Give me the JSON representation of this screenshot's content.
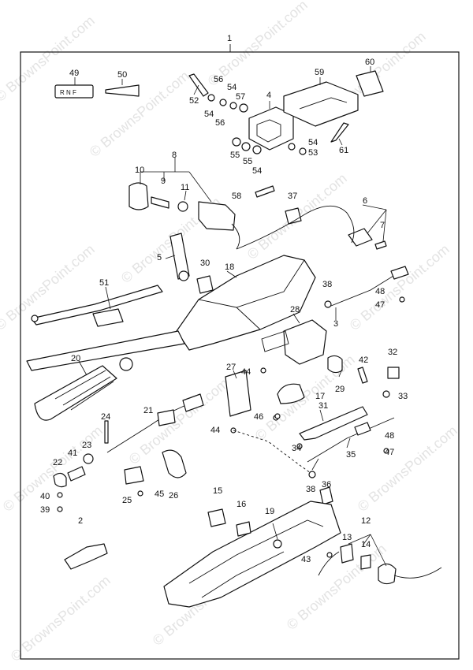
{
  "watermark": "© BrownsPoint.com",
  "assembly_label": "1",
  "callouts": [
    "2",
    "3",
    "4",
    "5",
    "6",
    "7",
    "8",
    "9",
    "10",
    "11",
    "12",
    "13",
    "14",
    "15",
    "16",
    "17",
    "18",
    "19",
    "20",
    "21",
    "22",
    "23",
    "24",
    "25",
    "26",
    "27",
    "28",
    "29",
    "30",
    "31",
    "32",
    "33",
    "34",
    "35",
    "36",
    "37",
    "38",
    "39",
    "40",
    "41",
    "42",
    "43",
    "44",
    "45",
    "46",
    "47",
    "48",
    "49",
    "50",
    "51",
    "52",
    "53",
    "54",
    "55",
    "56",
    "57",
    "58",
    "59",
    "60",
    "61"
  ],
  "shift_plate_text": "R N F"
}
